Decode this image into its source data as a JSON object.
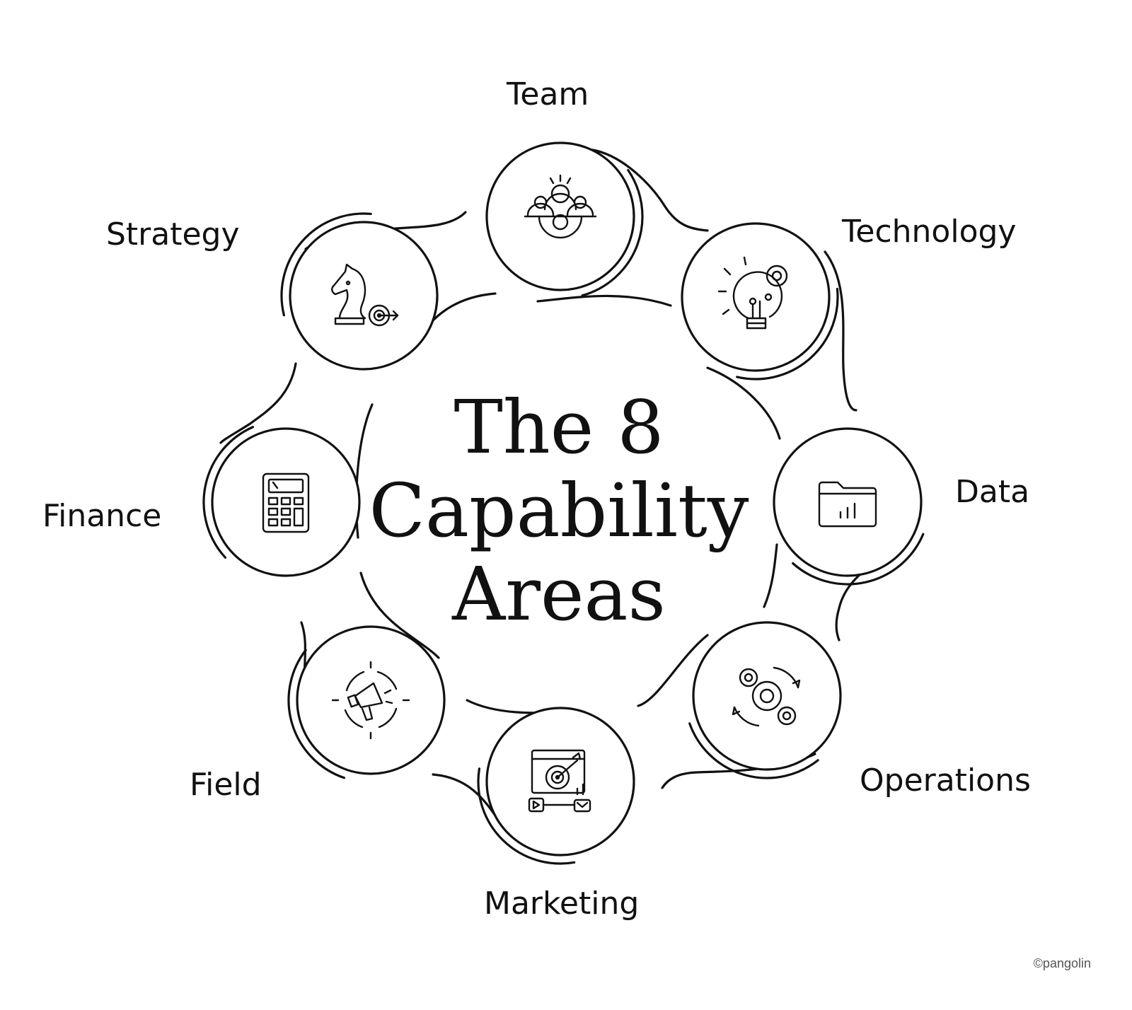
{
  "title": [
    "The 8",
    "Capability",
    "Areas"
  ],
  "areas": [
    {
      "label": "Team",
      "icon": "team-gear-icon"
    },
    {
      "label": "Technology",
      "icon": "lightbulb-gear-icon"
    },
    {
      "label": "Data",
      "icon": "folder-chart-icon"
    },
    {
      "label": "Operations",
      "icon": "gears-cycle-icon"
    },
    {
      "label": "Marketing",
      "icon": "target-media-icon"
    },
    {
      "label": "Field",
      "icon": "megaphone-target-icon"
    },
    {
      "label": "Finance",
      "icon": "calculator-icon"
    },
    {
      "label": "Strategy",
      "icon": "chess-knight-target-icon"
    }
  ],
  "credit": "©pangolin"
}
